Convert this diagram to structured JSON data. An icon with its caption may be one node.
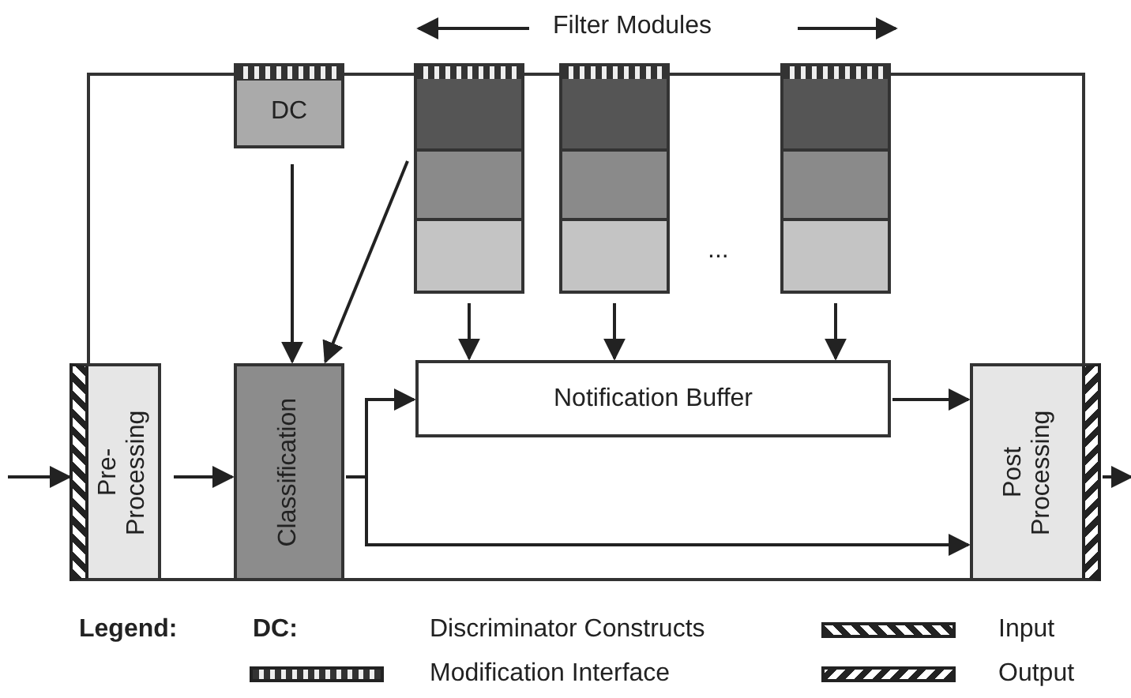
{
  "diagram": {
    "nodes": [
      {
        "text": [],
        "shape": "box"
      },
      {
        "text": [
          "DC"
        ],
        "in": 0
      },
      {
        "text": [],
        "shape": "box",
        "in": 0
      },
      {
        "text": [],
        "shape": "box",
        "in": 0
      },
      {
        "text": [],
        "shape": "box",
        "in": 0
      },
      {
        "text": [
          "Pre- Processing"
        ],
        "in": 0
      },
      {
        "text": [
          "Classification"
        ],
        "in": 0
      },
      {
        "text": [
          "Notification Buffer"
        ],
        "in": 0
      },
      {
        "text": [
          "Post Processing"
        ],
        "in": 0
      }
    ],
    "edges": [
      {
        "from": null,
        "to": 5,
        "arrow": "to"
      },
      {
        "from": 5,
        "to": 6,
        "arrow": "to"
      },
      {
        "from": 1,
        "to": 6,
        "arrow": "to"
      },
      {
        "from": 2,
        "to": 6,
        "arrow": "to"
      },
      {
        "from": 2,
        "to": 7,
        "arrow": "to"
      },
      {
        "from": 3,
        "to": 7,
        "arrow": "to"
      },
      {
        "from": 4,
        "to": 7,
        "arrow": "to"
      },
      {
        "from": 6,
        "to": 7,
        "arrow": "to"
      },
      {
        "from": 6,
        "to": 8,
        "arrow": "to"
      },
      {
        "from": 7,
        "to": 8,
        "arrow": "to"
      },
      {
        "from": 8,
        "to": null,
        "arrow": "to"
      }
    ],
    "labels": [
      "Filter Modules",
      "...",
      "Legend:",
      "DC:"
    ],
    "legend": [
      {
        "text": "Discriminator Constructs"
      },
      {
        "text": "Input"
      },
      {
        "text": "Modification Interface"
      },
      {
        "text": "Output"
      }
    ]
  }
}
